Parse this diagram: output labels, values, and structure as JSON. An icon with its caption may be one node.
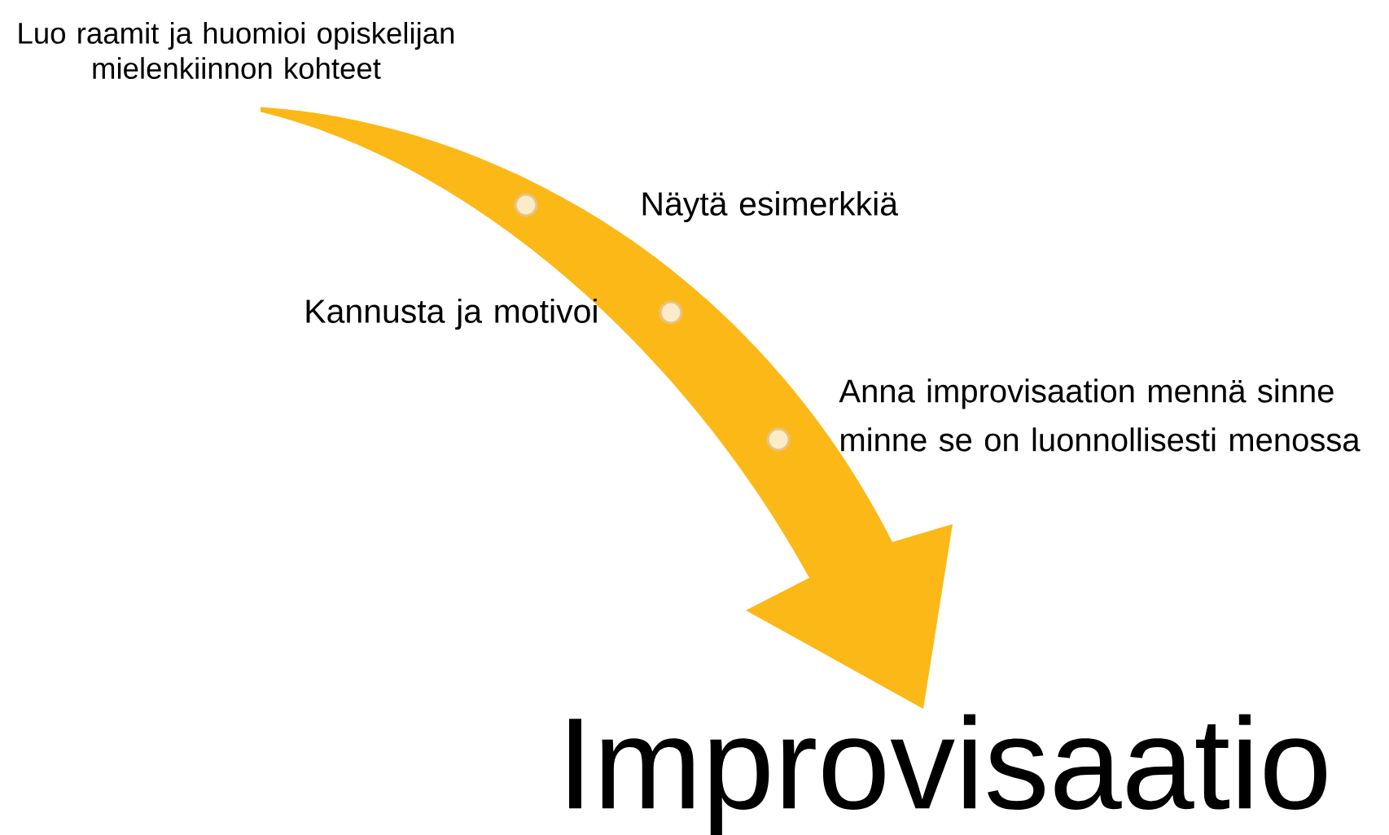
{
  "diagram": {
    "nodes": [
      {
        "text": [
          "Luo raamit ja huomioi opiskelijan mielenkiinnon kohteet"
        ]
      },
      {
        "text": [],
        "shape": "circle",
        "beside": [
          "Näytä esimerkkiä"
        ]
      },
      {
        "text": [],
        "shape": "circle",
        "beside": [
          "Kannusta ja motivoi"
        ]
      },
      {
        "text": [],
        "shape": "circle",
        "beside": [
          "Anna improvisaation mennä sinne minne se on luonnollisesti menossa"
        ]
      },
      {
        "text": [
          "Improvisaatio"
        ]
      }
    ],
    "edges": [
      {
        "from": 0,
        "to": 4,
        "arrow": "to",
        "color": "#fbb817"
      }
    ]
  }
}
